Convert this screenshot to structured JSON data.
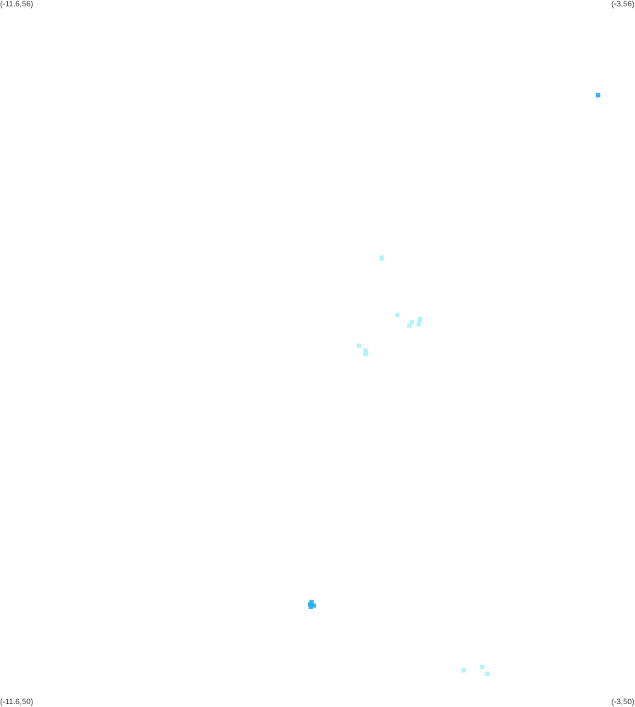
{
  "map": {
    "bounds": {
      "lon_min": -11.6,
      "lon_max": -3,
      "lat_min": 50,
      "lat_max": 56
    },
    "corner_labels": {
      "top_left": "(-11.6,56)",
      "top_right": "(-3,56)",
      "bottom_left": "(-11.6,50)",
      "bottom_right": "(-3,50)"
    },
    "colors": {
      "background": "#ffffff",
      "light_marker": "#a8f4f8",
      "dark_marker": "#2aaef0"
    },
    "markers": [
      {
        "lon": -3.5,
        "lat": 55.19,
        "shade": "dark"
      },
      {
        "lon": -6.43,
        "lat": 53.81,
        "shade": "light"
      },
      {
        "lon": -6.43,
        "lat": 53.8,
        "shade": "light"
      },
      {
        "lon": -6.22,
        "lat": 53.32,
        "shade": "light"
      },
      {
        "lon": -6.06,
        "lat": 53.23,
        "shade": "light"
      },
      {
        "lon": -6.02,
        "lat": 53.26,
        "shade": "light"
      },
      {
        "lon": -5.92,
        "lat": 53.27,
        "shade": "light"
      },
      {
        "lon": -5.93,
        "lat": 53.24,
        "shade": "light"
      },
      {
        "lon": -5.91,
        "lat": 53.29,
        "shade": "light"
      },
      {
        "lon": -6.74,
        "lat": 53.06,
        "shade": "light"
      },
      {
        "lon": -6.65,
        "lat": 53.02,
        "shade": "light"
      },
      {
        "lon": -6.64,
        "lat": 53.0,
        "shade": "light"
      },
      {
        "lon": -6.65,
        "lat": 52.99,
        "shade": "light"
      },
      {
        "lon": -7.4,
        "lat": 50.86,
        "shade": "dark"
      },
      {
        "lon": -7.38,
        "lat": 50.88,
        "shade": "dark"
      },
      {
        "lon": -7.35,
        "lat": 50.85,
        "shade": "dark"
      },
      {
        "lon": -7.39,
        "lat": 50.84,
        "shade": "dark"
      },
      {
        "lon": -5.32,
        "lat": 50.3,
        "shade": "light"
      },
      {
        "lon": -5.07,
        "lat": 50.33,
        "shade": "light"
      },
      {
        "lon": -5.0,
        "lat": 50.27,
        "shade": "light"
      }
    ]
  }
}
